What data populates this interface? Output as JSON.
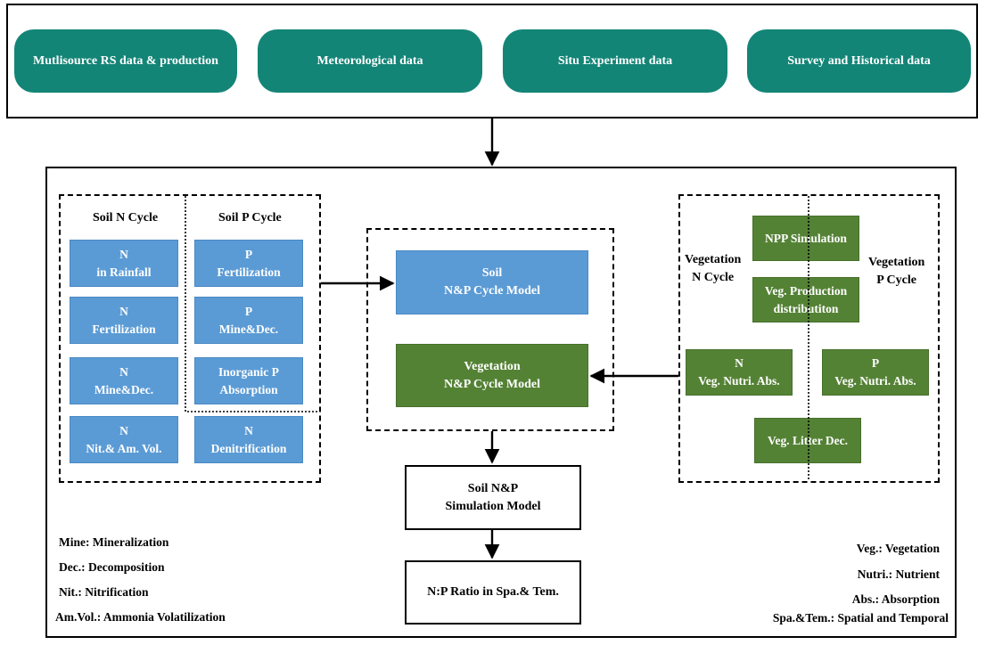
{
  "sources": {
    "rs": "Mutlisource RS data & production",
    "meteo": "Meteorological data",
    "situ": "Situ Experiment data",
    "survey": "Survey and Historical data"
  },
  "soil_n_cycle": {
    "title": "Soil N Cycle",
    "rainfall": [
      "N",
      "in Rainfall"
    ],
    "fertilization": [
      "N",
      "Fertilization"
    ],
    "mine_dec": [
      "N",
      "Mine&Dec."
    ],
    "nit_vol": [
      "N",
      "Nit.& Am. Vol."
    ]
  },
  "soil_p_cycle": {
    "title": "Soil P Cycle",
    "fertilization": [
      "P",
      "Fertilization"
    ],
    "mine_dec": [
      "P",
      "Mine&Dec."
    ],
    "inorganic": [
      "Inorganic P",
      "Absorption"
    ],
    "denitrification": [
      "N",
      "Denitrification"
    ]
  },
  "models": {
    "soil": [
      "Soil",
      "N&P Cycle  Model"
    ],
    "vegetation": [
      "Vegetation",
      "N&P Cycle  Model"
    ],
    "simulation": [
      "Soil N&P",
      "Simulation Model"
    ],
    "ratio": "N:P Ratio in Spa.& Tem."
  },
  "veg_cycle": {
    "n_title": [
      "Vegetation",
      "N Cycle"
    ],
    "p_title": [
      "Vegetation",
      "P Cycle"
    ],
    "npp": "NPP Simulation",
    "production": [
      "Veg. Production",
      "distributiton"
    ],
    "n_abs": [
      "N",
      "Veg. Nutri. Abs."
    ],
    "p_abs": [
      "P",
      "Veg. Nutri. Abs."
    ],
    "litter": "Veg. Litter Dec."
  },
  "legend_left": [
    "Mine: Mineralization",
    "Dec.: Decomposition",
    "Nit.: Nitrification",
    "Am.Vol.: Ammonia Volatilization"
  ],
  "legend_right": [
    "Veg.: Vegetation",
    "Nutri.: Nutrient",
    "Abs.: Absorption",
    "Spa.&Tem.: Spatial and Temporal"
  ]
}
